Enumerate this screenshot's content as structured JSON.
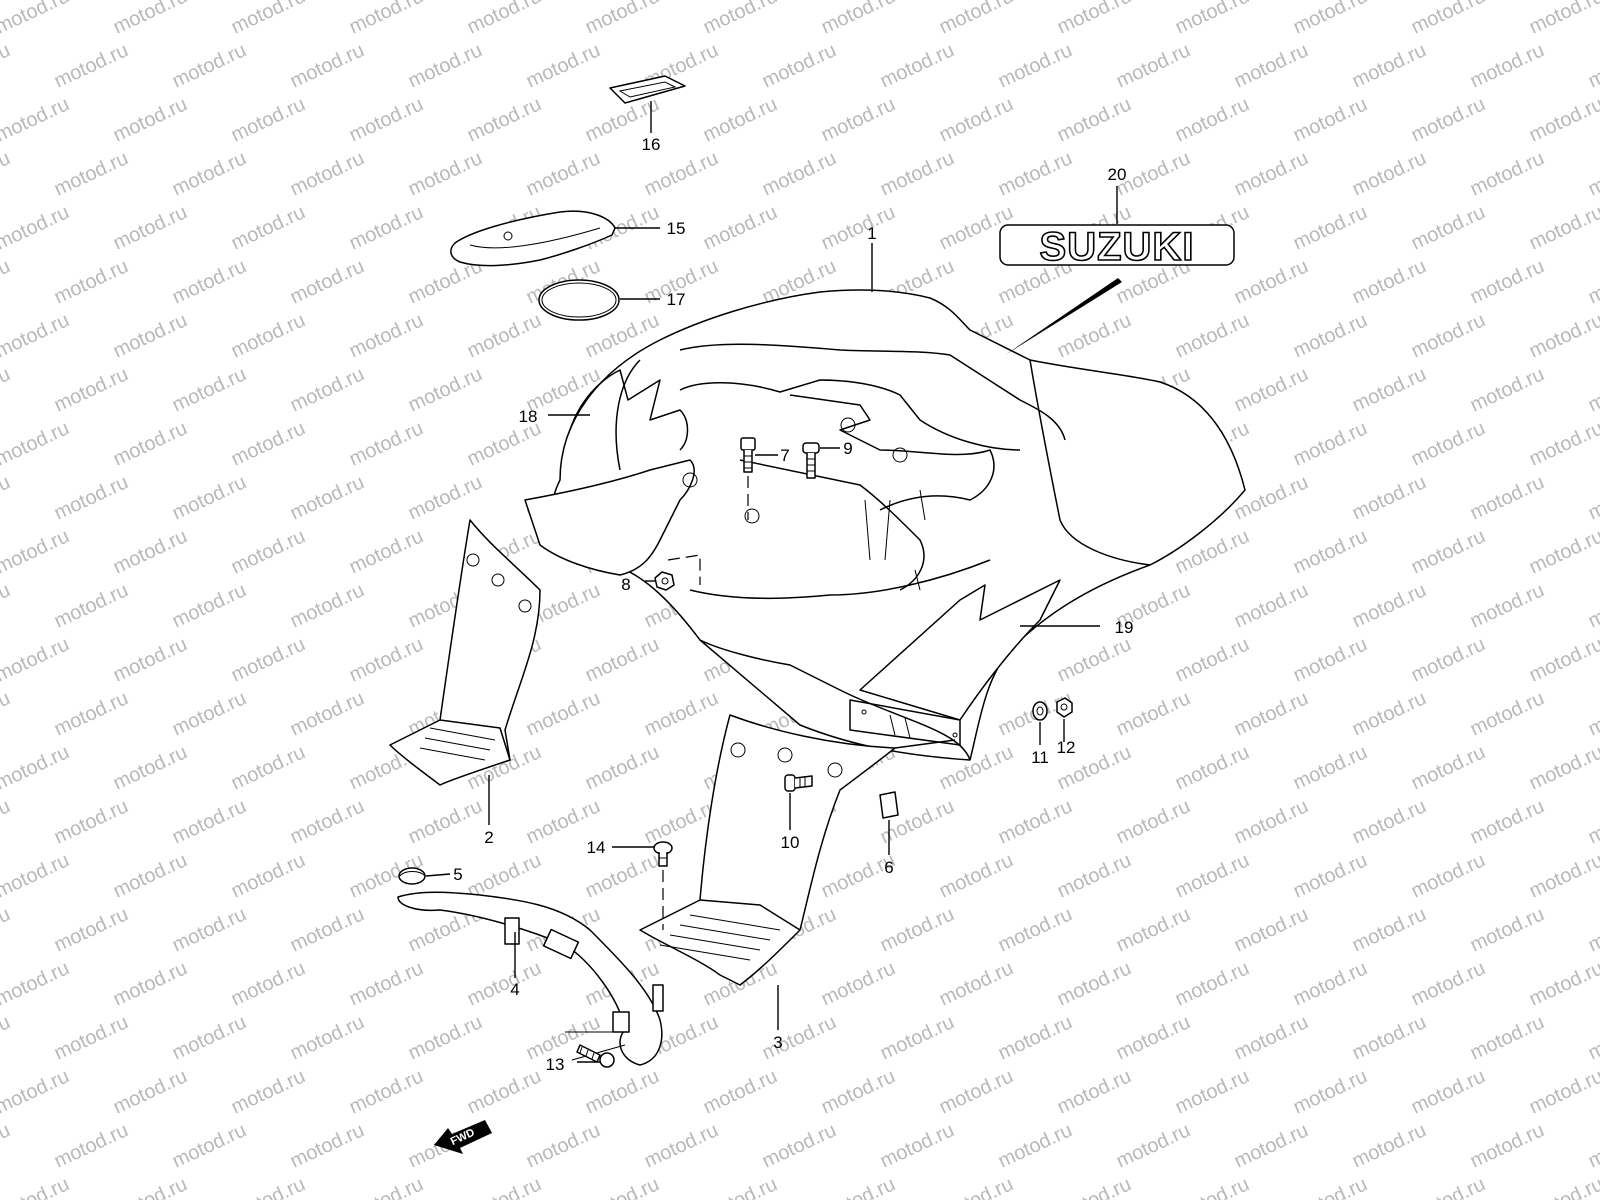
{
  "watermark": {
    "text": "motod.ru",
    "color": "#b9b9b9"
  },
  "callouts": [
    {
      "id": "1",
      "label": "1"
    },
    {
      "id": "2",
      "label": "2"
    },
    {
      "id": "3",
      "label": "3"
    },
    {
      "id": "4",
      "label": "4"
    },
    {
      "id": "5",
      "label": "5"
    },
    {
      "id": "6",
      "label": "6"
    },
    {
      "id": "7",
      "label": "7"
    },
    {
      "id": "8",
      "label": "8"
    },
    {
      "id": "9",
      "label": "9"
    },
    {
      "id": "10",
      "label": "10"
    },
    {
      "id": "11",
      "label": "11"
    },
    {
      "id": "12",
      "label": "12"
    },
    {
      "id": "13",
      "label": "13"
    },
    {
      "id": "14",
      "label": "14"
    },
    {
      "id": "15",
      "label": "15"
    },
    {
      "id": "16",
      "label": "16"
    },
    {
      "id": "17",
      "label": "17"
    },
    {
      "id": "18",
      "label": "18"
    },
    {
      "id": "19",
      "label": "19"
    },
    {
      "id": "20",
      "label": "20"
    }
  ],
  "emblem": {
    "text": "SUZUKI"
  },
  "direction_arrow": {
    "text": "FWD"
  }
}
